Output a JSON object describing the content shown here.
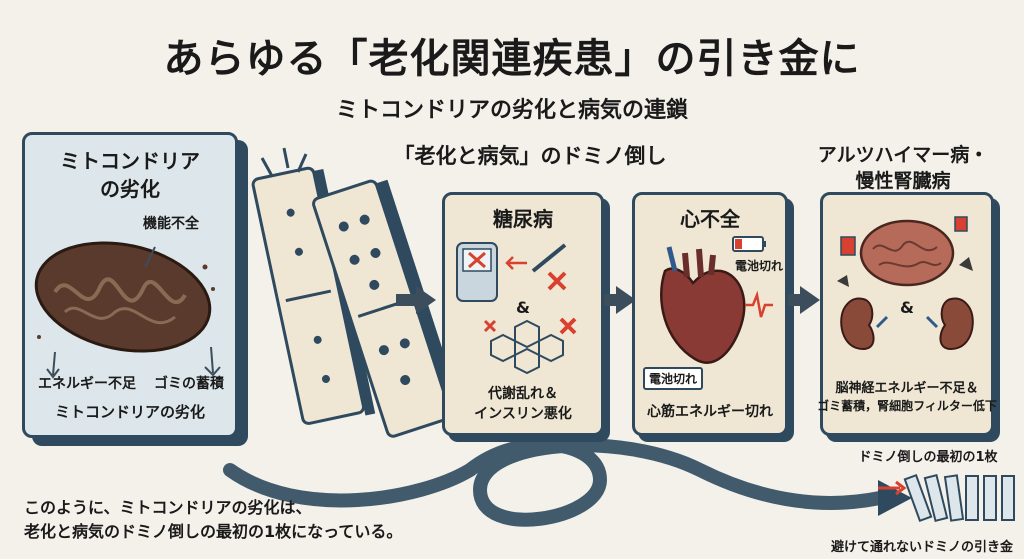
{
  "title": "あらゆる「老化関連疾患」の引き金に",
  "subtitle": "ミトコンドリアの劣化と病気の連鎖",
  "domino_title": "「老化と病気」のドミノ倒し",
  "left_card": {
    "heading_line1": "ミトコンドリア",
    "heading_line2": "の劣化",
    "label_function": "機能不全",
    "label_energy": "エネルギー不足",
    "label_waste": "ゴミの蓄積",
    "label_bottom": "ミトコンドリアの劣化"
  },
  "diabetes_card": {
    "heading": "糖尿病",
    "amp": "&",
    "caption_line1": "代謝乱れ＆",
    "caption_line2": "インスリン悪化"
  },
  "heart_card": {
    "heading": "心不全",
    "battery_label_top": "電池切れ",
    "battery_label_bottom": "電池切れ",
    "caption": "心筋エネルギー切れ"
  },
  "brain_card": {
    "heading_line1": "アルツハイマー病・",
    "heading_line2": "慢性腎臓病",
    "amp": "&",
    "caption_line1": "脳神経エネルギー不足＆",
    "caption_line2": "ゴミ蓄積，腎細胞フィルター低下"
  },
  "bottom_text": {
    "line1": "このように、ミトコンドリアの劣化は、",
    "line2": "老化と病気のドミノ倒しの最初の1枚になっている。"
  },
  "first_domino_label": "ドミノ倒しの最初の1枚",
  "unavoidable_label": "避けて通れないドミノの引き金",
  "colors": {
    "navy": "#2f4a5e",
    "cream": "#efe7d4",
    "red": "#d8412f",
    "mito_brown": "#5a3a2c",
    "background": "#f4f1ea"
  }
}
